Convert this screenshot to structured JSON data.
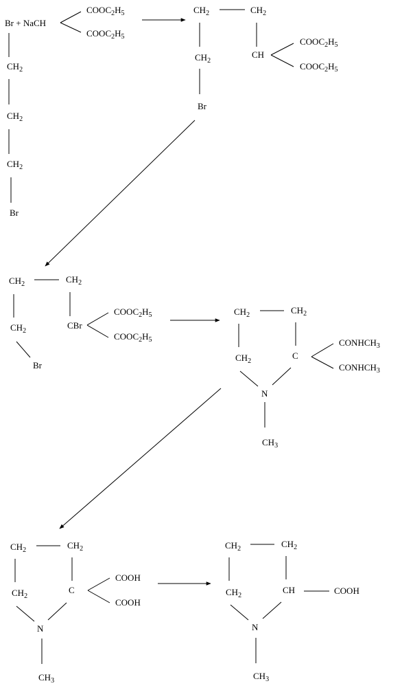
{
  "colors": {
    "ink": "#000000",
    "background": "#ffffff"
  },
  "labels": [
    {
      "key": "s1_br_nach",
      "parts": [
        {
          "t": "Br + NaCH"
        }
      ]
    },
    {
      "key": "s1_cooet_a",
      "parts": [
        {
          "t": "COOC"
        },
        {
          "t": "2",
          "sub": true
        },
        {
          "t": "H"
        },
        {
          "t": "5",
          "sub": true
        }
      ]
    },
    {
      "key": "s1_cooet_b",
      "parts": [
        {
          "t": "COOC"
        },
        {
          "t": "2",
          "sub": true
        },
        {
          "t": "H"
        },
        {
          "t": "5",
          "sub": true
        }
      ]
    },
    {
      "key": "s1_ch2_1",
      "parts": [
        {
          "t": "CH"
        },
        {
          "t": "2",
          "sub": true
        }
      ]
    },
    {
      "key": "s1_ch2_2",
      "parts": [
        {
          "t": "CH"
        },
        {
          "t": "2",
          "sub": true
        }
      ]
    },
    {
      "key": "s1_ch2_3",
      "parts": [
        {
          "t": "CH"
        },
        {
          "t": "2",
          "sub": true
        }
      ]
    },
    {
      "key": "s1_br_end",
      "parts": [
        {
          "t": "Br"
        }
      ]
    },
    {
      "key": "s2_ch2_a",
      "parts": [
        {
          "t": "CH"
        },
        {
          "t": "2",
          "sub": true
        }
      ]
    },
    {
      "key": "s2_ch2_b",
      "parts": [
        {
          "t": "CH"
        },
        {
          "t": "2",
          "sub": true
        }
      ]
    },
    {
      "key": "s2_ch2_c",
      "parts": [
        {
          "t": "CH"
        },
        {
          "t": "2",
          "sub": true
        }
      ]
    },
    {
      "key": "s2_ch",
      "parts": [
        {
          "t": "CH"
        }
      ]
    },
    {
      "key": "s2_cooet_a",
      "parts": [
        {
          "t": "COOC"
        },
        {
          "t": "2",
          "sub": true
        },
        {
          "t": "H"
        },
        {
          "t": "5",
          "sub": true
        }
      ]
    },
    {
      "key": "s2_cooet_b",
      "parts": [
        {
          "t": "COOC"
        },
        {
          "t": "2",
          "sub": true
        },
        {
          "t": "H"
        },
        {
          "t": "5",
          "sub": true
        }
      ]
    },
    {
      "key": "s2_br",
      "parts": [
        {
          "t": "Br"
        }
      ]
    },
    {
      "key": "s3_ch2_a",
      "parts": [
        {
          "t": "CH"
        },
        {
          "t": "2",
          "sub": true
        }
      ]
    },
    {
      "key": "s3_ch2_b",
      "parts": [
        {
          "t": "CH"
        },
        {
          "t": "2",
          "sub": true
        }
      ]
    },
    {
      "key": "s3_ch2_c",
      "parts": [
        {
          "t": "CH"
        },
        {
          "t": "2",
          "sub": true
        }
      ]
    },
    {
      "key": "s3_cbr",
      "parts": [
        {
          "t": "CBr"
        }
      ]
    },
    {
      "key": "s3_cooet_a",
      "parts": [
        {
          "t": "COOC"
        },
        {
          "t": "2",
          "sub": true
        },
        {
          "t": "H"
        },
        {
          "t": "5",
          "sub": true
        }
      ]
    },
    {
      "key": "s3_cooet_b",
      "parts": [
        {
          "t": "COOC"
        },
        {
          "t": "2",
          "sub": true
        },
        {
          "t": "H"
        },
        {
          "t": "5",
          "sub": true
        }
      ]
    },
    {
      "key": "s3_br",
      "parts": [
        {
          "t": "Br"
        }
      ]
    },
    {
      "key": "s4_ch2_a",
      "parts": [
        {
          "t": "CH"
        },
        {
          "t": "2",
          "sub": true
        }
      ]
    },
    {
      "key": "s4_ch2_b",
      "parts": [
        {
          "t": "CH"
        },
        {
          "t": "2",
          "sub": true
        }
      ]
    },
    {
      "key": "s4_ch2_c",
      "parts": [
        {
          "t": "CH"
        },
        {
          "t": "2",
          "sub": true
        }
      ]
    },
    {
      "key": "s4_c",
      "parts": [
        {
          "t": "C"
        }
      ]
    },
    {
      "key": "s4_conh_a",
      "parts": [
        {
          "t": "CONHCH"
        },
        {
          "t": "3",
          "sub": true
        }
      ]
    },
    {
      "key": "s4_conh_b",
      "parts": [
        {
          "t": "CONHCH"
        },
        {
          "t": "3",
          "sub": true
        }
      ]
    },
    {
      "key": "s4_n",
      "parts": [
        {
          "t": "N"
        }
      ]
    },
    {
      "key": "s4_ch3",
      "parts": [
        {
          "t": "CH"
        },
        {
          "t": "3",
          "sub": true
        }
      ]
    },
    {
      "key": "s5_ch2_a",
      "parts": [
        {
          "t": "CH"
        },
        {
          "t": "2",
          "sub": true
        }
      ]
    },
    {
      "key": "s5_ch2_b",
      "parts": [
        {
          "t": "CH"
        },
        {
          "t": "2",
          "sub": true
        }
      ]
    },
    {
      "key": "s5_ch2_c",
      "parts": [
        {
          "t": "CH"
        },
        {
          "t": "2",
          "sub": true
        }
      ]
    },
    {
      "key": "s5_c",
      "parts": [
        {
          "t": "C"
        }
      ]
    },
    {
      "key": "s5_cooh_a",
      "parts": [
        {
          "t": "COOH"
        }
      ]
    },
    {
      "key": "s5_cooh_b",
      "parts": [
        {
          "t": "COOH"
        }
      ]
    },
    {
      "key": "s5_n",
      "parts": [
        {
          "t": "N"
        }
      ]
    },
    {
      "key": "s5_ch3",
      "parts": [
        {
          "t": "CH"
        },
        {
          "t": "3",
          "sub": true
        }
      ]
    },
    {
      "key": "s6_ch2_a",
      "parts": [
        {
          "t": "CH"
        },
        {
          "t": "2",
          "sub": true
        }
      ]
    },
    {
      "key": "s6_ch2_b",
      "parts": [
        {
          "t": "CH"
        },
        {
          "t": "2",
          "sub": true
        }
      ]
    },
    {
      "key": "s6_ch2_c",
      "parts": [
        {
          "t": "CH"
        },
        {
          "t": "2",
          "sub": true
        }
      ]
    },
    {
      "key": "s6_ch",
      "parts": [
        {
          "t": "CH"
        }
      ]
    },
    {
      "key": "s6_cooh",
      "parts": [
        {
          "t": "COOH"
        }
      ]
    },
    {
      "key": "s6_n",
      "parts": [
        {
          "t": "N"
        }
      ]
    },
    {
      "key": "s6_ch3",
      "parts": [
        {
          "t": "CH"
        },
        {
          "t": "3",
          "sub": true
        }
      ]
    }
  ]
}
